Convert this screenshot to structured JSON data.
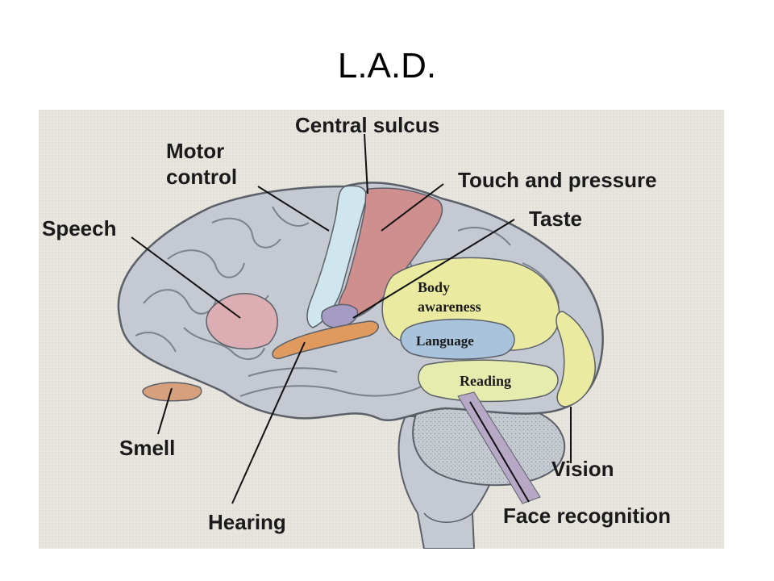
{
  "slide": {
    "title": "L.A.D."
  },
  "diagram": {
    "labels": {
      "central_sulcus": "Central sulcus",
      "motor_control_line1": "Motor",
      "motor_control_line2": "control",
      "touch_pressure": "Touch and pressure",
      "taste": "Taste",
      "speech": "Speech",
      "body_awareness_line1": "Body",
      "body_awareness_line2": "awareness",
      "language": "Language",
      "reading": "Reading",
      "smell": "Smell",
      "vision": "Vision",
      "hearing": "Hearing",
      "face_recognition": "Face recognition"
    },
    "colors": {
      "background": "#eceae3",
      "brain_gray": "#c4c9d2",
      "motor_blue": "#cfe6ef",
      "touch_pink": "#cf8f8f",
      "speech_pink": "#dcaeb4",
      "hearing_orange": "#e09a5e",
      "body_yellow": "#eaeba0",
      "language_blue": "#a9c3dc",
      "reading_yellow": "#e6ecae",
      "taste_purple": "#a59bc4",
      "smell_tan": "#d6a07c",
      "leader_line": "#111111"
    }
  }
}
